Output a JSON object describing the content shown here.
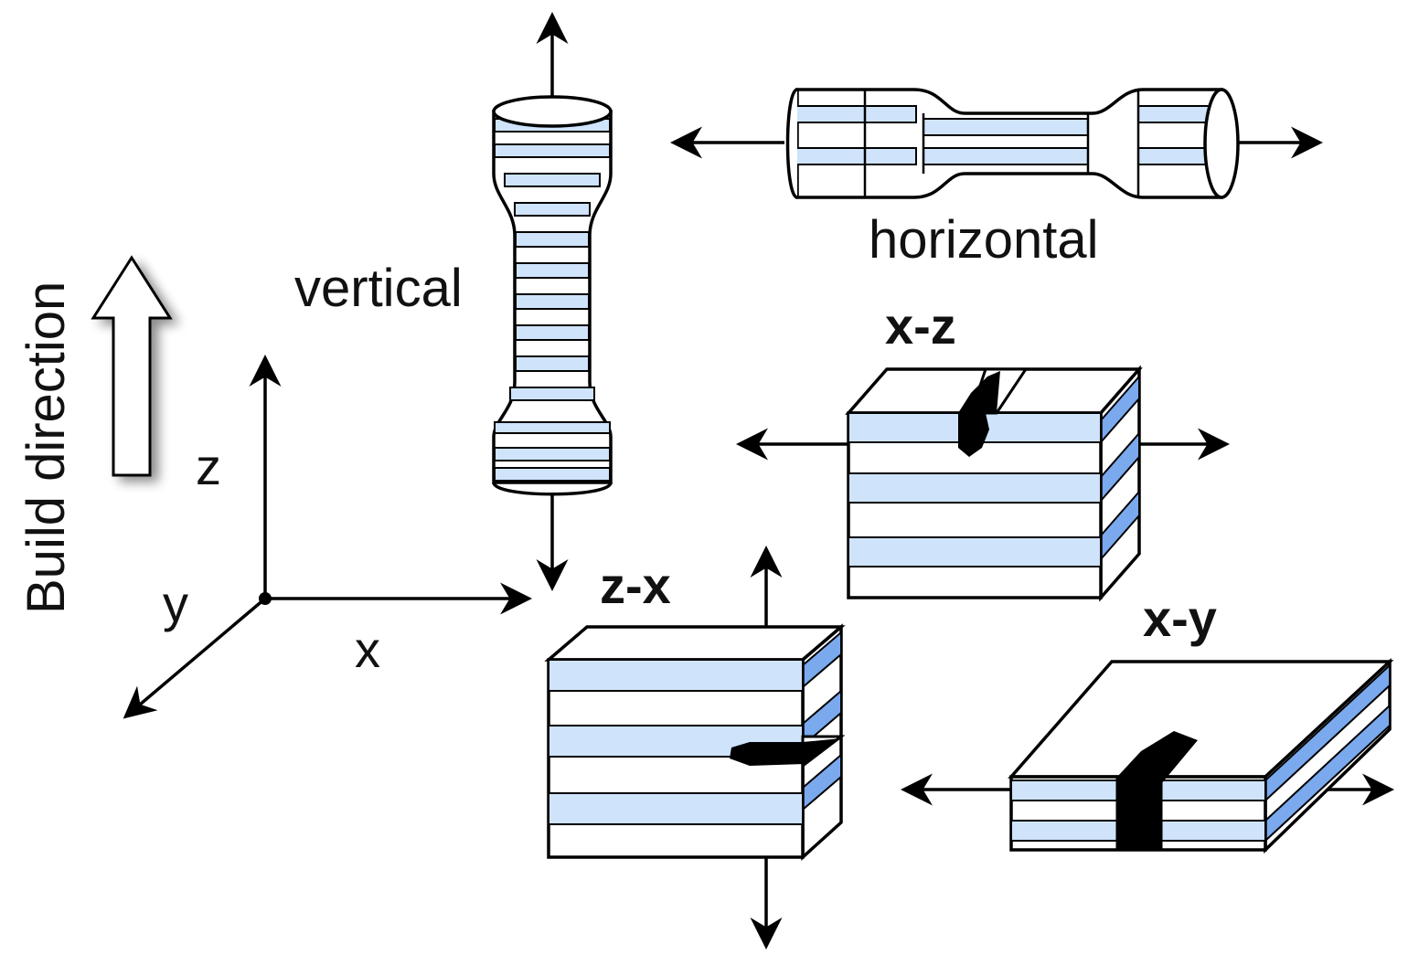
{
  "build_direction_label": "Build direction",
  "axes": {
    "z_label": "z",
    "x_label": "x",
    "y_label": "y"
  },
  "specimens": {
    "vertical_label": "vertical",
    "horizontal_label": "horizontal",
    "xz_label": "x-z",
    "zx_label": "z-x",
    "xy_label": "x-y"
  },
  "colors": {
    "layer_light_blue": "#cfe3fb",
    "layer_side_blue": "#7aa9ee",
    "outline": "#000000",
    "crack": "#000000"
  }
}
